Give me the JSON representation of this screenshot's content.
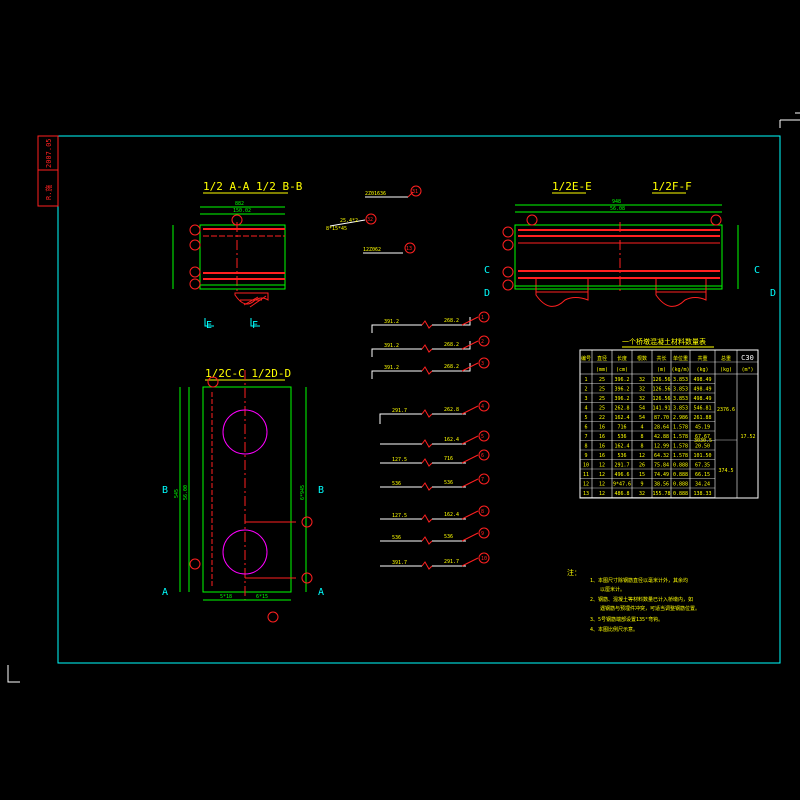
{
  "stamp": {
    "date": "2007.05",
    "label": "R.施"
  },
  "views": {
    "top_left": {
      "title": "1/2 A-A 1/2 B-B",
      "dim_top": [
        "882",
        "150.02"
      ],
      "cut_left": "E",
      "cut_right": "F"
    },
    "top_right": {
      "title_a": "1/2E-E",
      "title_b": "1/2F-F",
      "dim_top": [
        "948",
        "56.08"
      ],
      "side_c": "C",
      "side_d": "D"
    },
    "bottom_left": {
      "title": "1/2C-C 1/2D-D",
      "side_a": "A",
      "side_b": "B",
      "dim_bottom": [
        "5*18",
        "6*15"
      ],
      "dim_left": [
        "545",
        "56.00"
      ],
      "dim_right": "6*945"
    }
  },
  "callouts": {
    "c31": {
      "num": "31",
      "text": "2Z01636"
    },
    "c32": {
      "num": "32",
      "text": "25.4*2"
    },
    "c32b": {
      "text": "8*15*45"
    },
    "c13": {
      "num": "13",
      "text": "12Z062"
    }
  },
  "bars": [
    {
      "num": "1",
      "left": "391.2",
      "right": "268.2"
    },
    {
      "num": "2",
      "left": "391.2",
      "right": "268.2"
    },
    {
      "num": "3",
      "left": "391.2",
      "right": "268.2"
    },
    {
      "num": "4",
      "left": "291.7",
      "right": "262.8"
    },
    {
      "num": "5",
      "left": "",
      "right": "162.4"
    },
    {
      "num": "6",
      "left": "127.5",
      "right": "716"
    },
    {
      "num": "7",
      "left": "536",
      "right": "536"
    },
    {
      "num": "8",
      "left": "127.5",
      "right": "162.4"
    },
    {
      "num": "9",
      "left": "536",
      "right": "536"
    },
    {
      "num": "10",
      "left": "391.7",
      "right": "291.7"
    }
  ],
  "table": {
    "title": "一个桥墩混凝土材料数量表",
    "headers": [
      "编号",
      "直径",
      "长度",
      "根数",
      "共长",
      "单位重",
      "共重",
      "总重",
      "C30"
    ],
    "units": [
      "",
      "(mm)",
      "(cm)",
      "",
      "(m)",
      "(kg/m)",
      "(kg)",
      "(kg)",
      "(m³)"
    ],
    "rows": [
      [
        "1",
        "25",
        "396.2",
        "32",
        "126.56",
        "3.853",
        "498.49"
      ],
      [
        "2",
        "25",
        "396.2",
        "32",
        "126.56",
        "3.853",
        "498.49"
      ],
      [
        "3",
        "25",
        "396.2",
        "32",
        "126.56",
        "3.853",
        "498.49"
      ],
      [
        "4",
        "25",
        "262.8",
        "54",
        "141.91",
        "3.853",
        "546.81"
      ],
      [
        "5",
        "22",
        "162.4",
        "54",
        "87.70",
        "2.986",
        "261.88"
      ],
      [
        "6",
        "16",
        "716",
        "4",
        "28.64",
        "1.578",
        "45.19"
      ],
      [
        "7",
        "16",
        "536",
        "8",
        "42.88",
        "1.578",
        "67.67"
      ],
      [
        "8",
        "16",
        "162.4",
        "8",
        "12.99",
        "1.578",
        "20.50"
      ],
      [
        "9",
        "16",
        "536",
        "12",
        "64.32",
        "1.578",
        "101.50"
      ],
      [
        "10",
        "12",
        "291.7",
        "26",
        "75.84",
        "0.888",
        "67.35"
      ],
      [
        "11",
        "12",
        "496.6",
        "15",
        "74.49",
        "0.888",
        "66.15"
      ],
      [
        "12",
        "12",
        "9*47.6",
        "9",
        "38.56",
        "0.888",
        "34.24"
      ],
      [
        "13",
        "12",
        "486.8",
        "32",
        "155.78",
        "0.888",
        "138.33"
      ]
    ],
    "total_upper": "2376.6",
    "total_mid": "3030.5",
    "total_lower": "374.5",
    "c30": "17.52"
  },
  "notes": {
    "head": "注：",
    "items": [
      "1、本图尺寸除钢筋直径以毫米计外，其余均",
      "以厘米计。",
      "2、钢筋、混凝土等材料数量已计入桥墩内，如",
      "遇钢筋与预埋件冲突，可适当调整钢筋位置。",
      "3、5号钢筋端部设置135°弯钩。",
      "4、本图比例尺示意。"
    ]
  },
  "colors": {
    "frame": "#00ffff",
    "rebar": "#ff2020",
    "dim": "#00ff00",
    "text": "#ffff00",
    "circle": "#ff00ff"
  }
}
